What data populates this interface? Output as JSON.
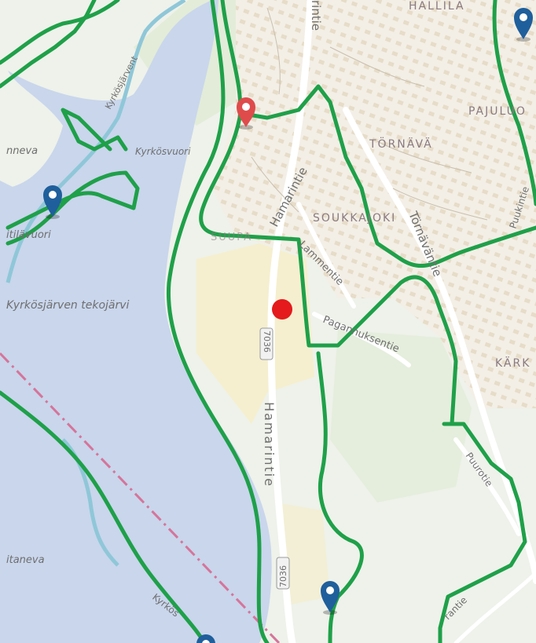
{
  "map": {
    "water_labels": {
      "lake": "Kyrkösjärven tekojärvi",
      "left_top": "nneva",
      "left_mid": "itilävuori",
      "left_bottom": "itaneva"
    },
    "place_labels": {
      "kyrkosvuori": "Kyrkösvuori",
      "tornava": "TÖRNÄVÄ",
      "soukkajoki": "SOUKKAJOKI",
      "pajuluoma": "PAJULUO",
      "hallila": "HALLILA",
      "karki": "KÄRK",
      "sulka": "SUUPA"
    },
    "road_labels": {
      "hamarintie_north": "Hamarintie",
      "hamarintie_south": "Hamarintie",
      "hamarintie_top": "rintie",
      "lammentie": "Lammentie",
      "pagannuksentie": "Pagannuksentie",
      "tornavantie": "Törnäväntie",
      "puurotie": "Puurotie",
      "puukintie": "Puukintie",
      "kyrkosjarvi_shore": "Kyrkösjärvent",
      "kyrkos_road": "Kyrkös",
      "route_number_1": "7036",
      "route_number_2": "7036",
      "bottom_right_road": "rantie"
    },
    "colors": {
      "trail": "#1fa049",
      "water": "#c9d6ec",
      "boundary": "#d6749a",
      "marker_blue": "#1f5f9c",
      "marker_red": "#df4b4b",
      "current_location": "#e41a1c"
    },
    "markers": [
      {
        "type": "poi-pin",
        "color": "blue"
      },
      {
        "type": "poi-pin",
        "color": "blue"
      },
      {
        "type": "poi-pin",
        "color": "blue"
      },
      {
        "type": "poi-pin",
        "color": "blue"
      },
      {
        "type": "selected-pin",
        "color": "red"
      }
    ]
  }
}
